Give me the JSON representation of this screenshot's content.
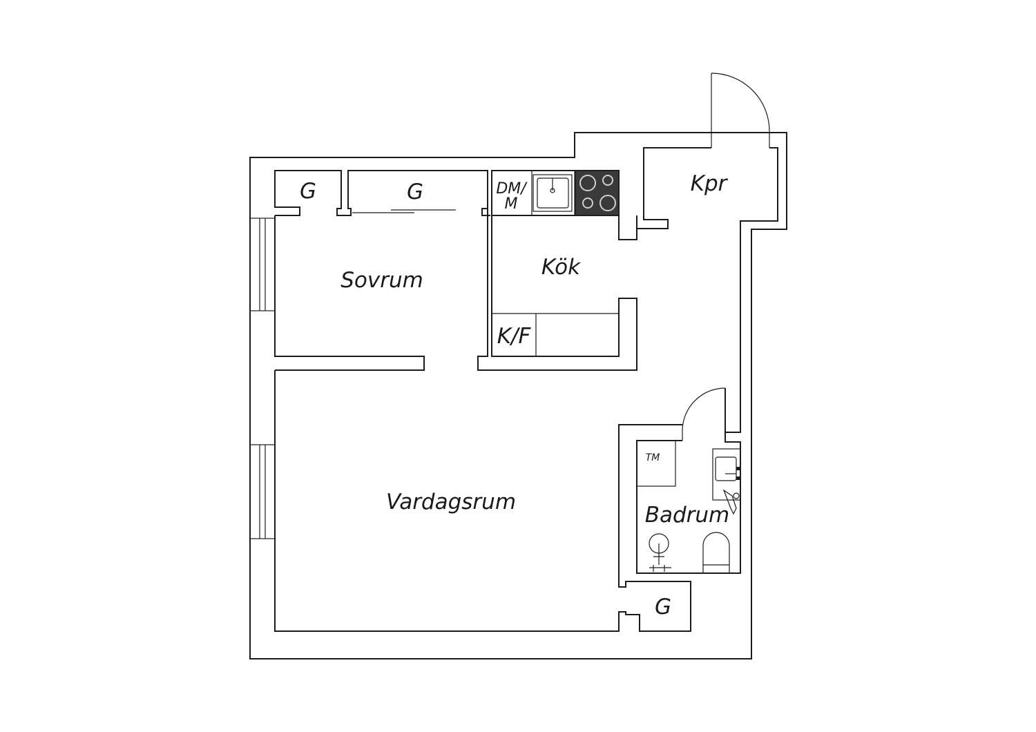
{
  "rooms": {
    "sovrum": "Sovrum",
    "kok": "Kök",
    "vardagsrum": "Vardagsrum",
    "badrum": "Badrum",
    "kpr": "Kpr"
  },
  "fixtures": {
    "closet_bed_1": "G",
    "closet_bed_2": "G",
    "closet_living": "G",
    "dishwasher_line1": "DM/",
    "dishwasher_line2": "M",
    "fridge_freezer": "K/F",
    "washing_machine": "TM"
  }
}
